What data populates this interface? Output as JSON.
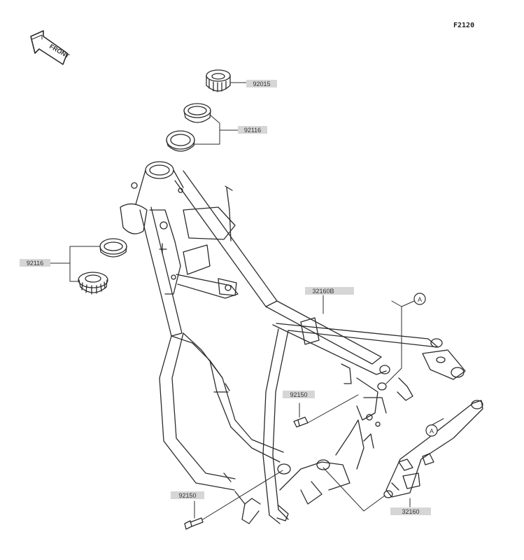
{
  "figure_code": "F2120",
  "front_label": "FRONT",
  "parts": [
    {
      "id": "nut-top",
      "number": "92015"
    },
    {
      "id": "upper-races",
      "number": "92116"
    },
    {
      "id": "lower-races",
      "number": "92116"
    },
    {
      "id": "frame-sub",
      "number": "32160B"
    },
    {
      "id": "bolt-mid",
      "number": "92150"
    },
    {
      "id": "bolt-low",
      "number": "92150"
    },
    {
      "id": "frame-rail",
      "number": "32160"
    }
  ],
  "callouts": [
    {
      "letter": "A"
    },
    {
      "letter": "A"
    }
  ],
  "colors": {
    "line": "#2b2b2b",
    "label_bg": "#d6d6d6",
    "background": "#ffffff"
  }
}
